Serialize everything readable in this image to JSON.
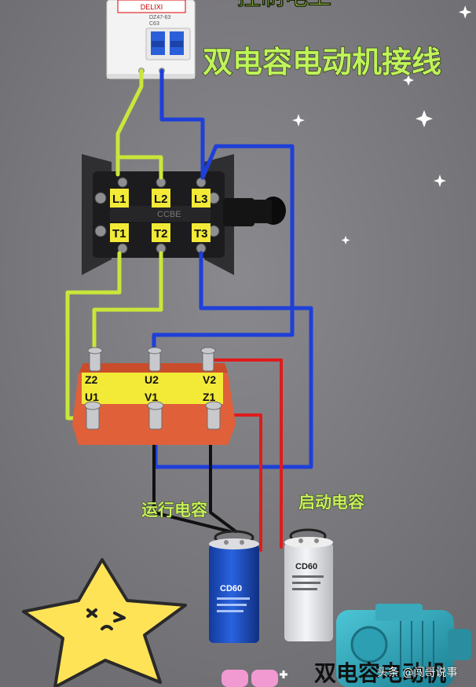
{
  "header": {
    "top_partial": "控制电工",
    "title": "双电容电动机接线"
  },
  "breaker": {
    "brand": "DELIXI",
    "model": "DZ47-63",
    "rating": "C63"
  },
  "switch": {
    "logo": "CCBE",
    "input_terminals": [
      "L1",
      "L2",
      "L3"
    ],
    "output_terminals": [
      "T1",
      "T2",
      "T3"
    ]
  },
  "motor_terminal_block": {
    "top_labels": [
      "Z2",
      "U2",
      "V2"
    ],
    "bottom_labels": [
      "U1",
      "V1",
      "Z1"
    ]
  },
  "capacitors": {
    "run_label": "运行电容",
    "start_label": "启动电容",
    "run_brand": "CD60",
    "start_brand": "CD60"
  },
  "footer": {
    "bottom_text": "双电容电动机",
    "watermark": "头条 @闯哥说事"
  },
  "colors": {
    "background": "#7d7c80",
    "title_green": "#bff35a",
    "wire_yellow_green": "#c9e63a",
    "wire_blue": "#1e3fd8",
    "wire_red": "#e01b1b",
    "wire_black": "#111111",
    "terminal_block_orange": "#e0603a",
    "label_yellow": "#f2ea37"
  },
  "icons": {
    "star_mascot": "smiling-star-icon",
    "sparkles": "sparkle-icon"
  }
}
